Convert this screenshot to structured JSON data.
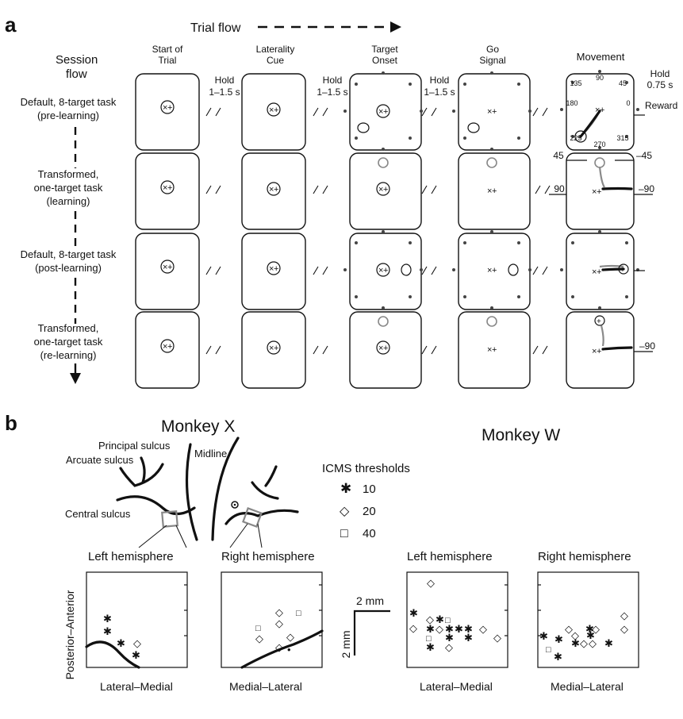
{
  "panel_a": {
    "label": "a",
    "trial_flow": "Trial flow",
    "session_flow": [
      "Session",
      "flow"
    ],
    "columns": [
      [
        "Start of",
        "Trial"
      ],
      [
        "Laterality",
        "Cue"
      ],
      [
        "Target",
        "Onset"
      ],
      [
        "Go",
        "Signal"
      ],
      [
        "Movement"
      ]
    ],
    "holds": [
      [
        "Hold",
        "1–1.5 s"
      ],
      [
        "Hold",
        "1–1.5 s"
      ],
      [
        "Hold",
        "1–1.5 s"
      ]
    ],
    "final_hold": [
      "Hold",
      "0.75 s"
    ],
    "reward": "Reward",
    "rows": [
      [
        "Default, 8-target task",
        "(pre-learning)"
      ],
      [
        "Transformed,",
        "one-target task",
        "(learning)"
      ],
      [
        "Default, 8-target task",
        "(post-learning)"
      ],
      [
        "Transformed,",
        "one-target task",
        "(re-learning)"
      ]
    ],
    "angles": [
      "90",
      "45",
      "0",
      "315",
      "270",
      "225",
      "180",
      "135"
    ],
    "row2_angles": {
      "left_top": "45",
      "right_top": "–45",
      "left_mid": "90",
      "right_mid": "–90"
    },
    "row4_angle": "–90"
  },
  "panel_b": {
    "label": "b",
    "monkey_x": "Monkey X",
    "monkey_w": "Monkey W",
    "sulci": {
      "principal": "Principal sulcus",
      "arcuate": "Arcuate sulcus",
      "central": "Central sulcus",
      "midline": "Midline"
    },
    "legend_title": "ICMS thresholds",
    "legend": [
      {
        "symbol": "✱",
        "value": "10"
      },
      {
        "symbol": "◇",
        "value": "20"
      },
      {
        "symbol": "□",
        "value": "40"
      }
    ],
    "hemispheres": {
      "left": "Left hemisphere",
      "right": "Right hemisphere"
    },
    "axes": {
      "y": "Posterior–Anterior",
      "lat_med": "Lateral–Medial",
      "med_lat": "Medial–Lateral"
    },
    "scale_h": "2 mm",
    "scale_v": "2 mm"
  }
}
